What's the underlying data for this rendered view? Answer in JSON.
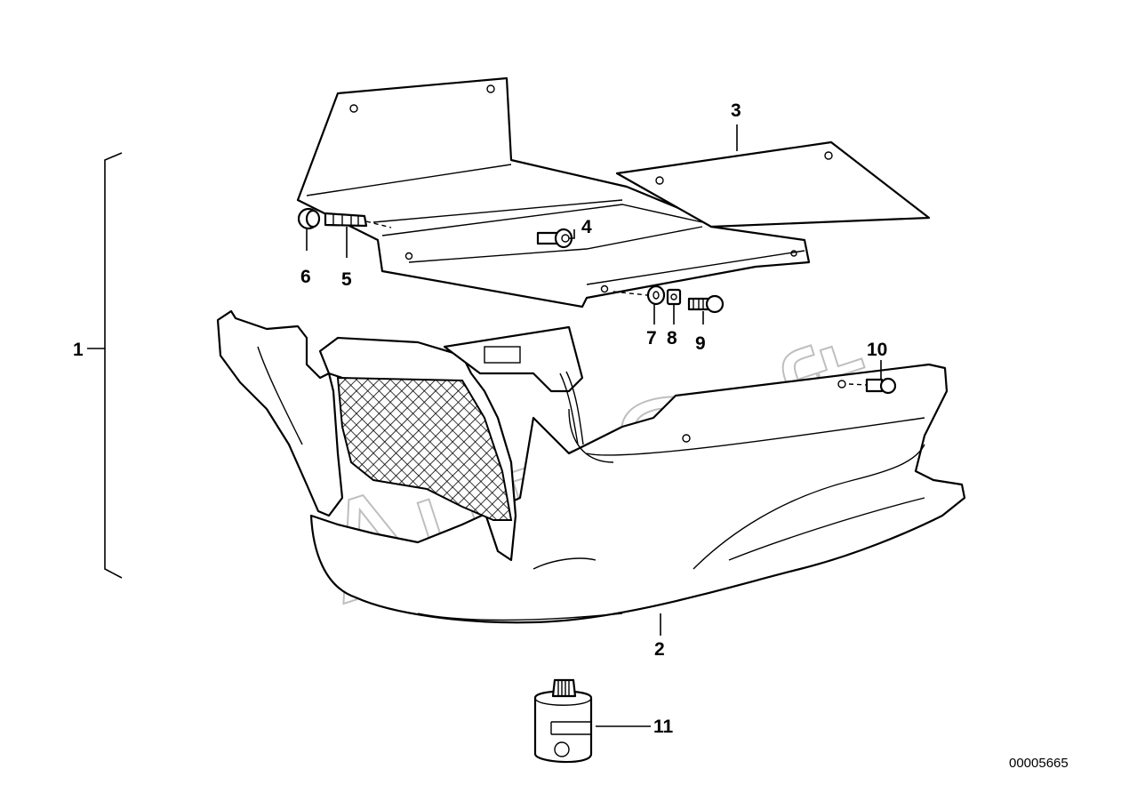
{
  "diagram": {
    "callouts": [
      {
        "id": "1",
        "text": "1"
      },
      {
        "id": "2",
        "text": "2"
      },
      {
        "id": "3",
        "text": "3"
      },
      {
        "id": "4",
        "text": "4"
      },
      {
        "id": "5",
        "text": "5"
      },
      {
        "id": "6",
        "text": "6"
      },
      {
        "id": "7",
        "text": "7"
      },
      {
        "id": "8",
        "text": "8"
      },
      {
        "id": "9",
        "text": "9"
      },
      {
        "id": "10",
        "text": "10"
      },
      {
        "id": "11",
        "text": "11"
      }
    ],
    "document_number": "00005665",
    "watermark": "AutoSoft"
  }
}
